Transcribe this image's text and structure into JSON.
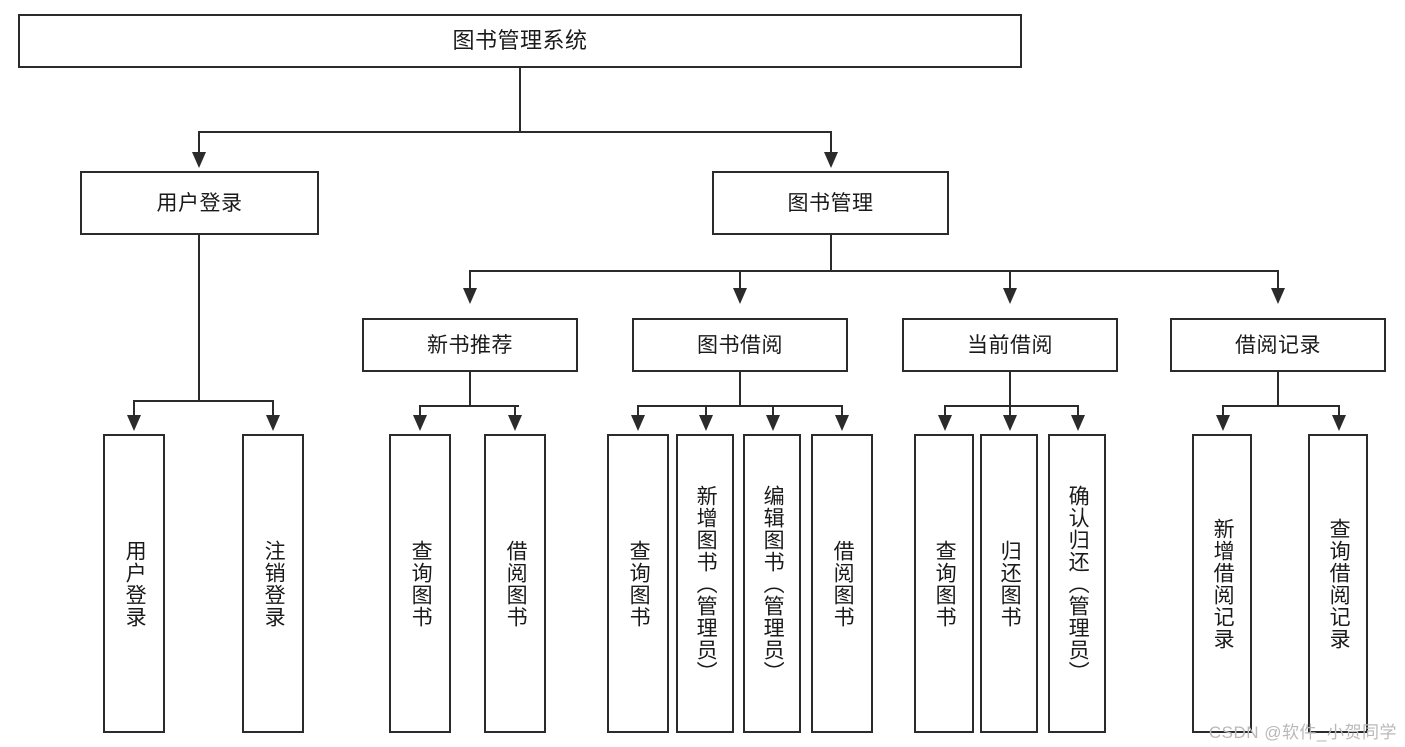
{
  "diagram": {
    "title": "图书管理系统",
    "root": {
      "label": "图书管理系统"
    },
    "level1": [
      {
        "label": "用户登录"
      },
      {
        "label": "图书管理"
      }
    ],
    "level2": [
      {
        "label": "新书推荐"
      },
      {
        "label": "图书借阅"
      },
      {
        "label": "当前借阅"
      },
      {
        "label": "借阅记录"
      }
    ],
    "leaves": {
      "user_login": [
        {
          "label": "用户登录"
        },
        {
          "label": "注销登录"
        }
      ],
      "new_book_recommend": [
        {
          "label": "查询图书"
        },
        {
          "label": "借阅图书"
        }
      ],
      "book_borrow": [
        {
          "label": "查询图书"
        },
        {
          "label": "新增图书（管理员）"
        },
        {
          "label": "编辑图书（管理员）"
        },
        {
          "label": "借阅图书"
        }
      ],
      "current_borrow": [
        {
          "label": "查询图书"
        },
        {
          "label": "归还图书"
        },
        {
          "label": "确认归还（管理员）"
        }
      ],
      "borrow_record": [
        {
          "label": "新增借阅记录"
        },
        {
          "label": "查询借阅记录"
        }
      ]
    }
  },
  "watermark": {
    "text": "CSDN @软件_小贺同学"
  },
  "colors": {
    "stroke": "#2b2b2b",
    "text": "#1a1a1a",
    "background": "#ffffff",
    "watermark": "#b9b9b9"
  }
}
